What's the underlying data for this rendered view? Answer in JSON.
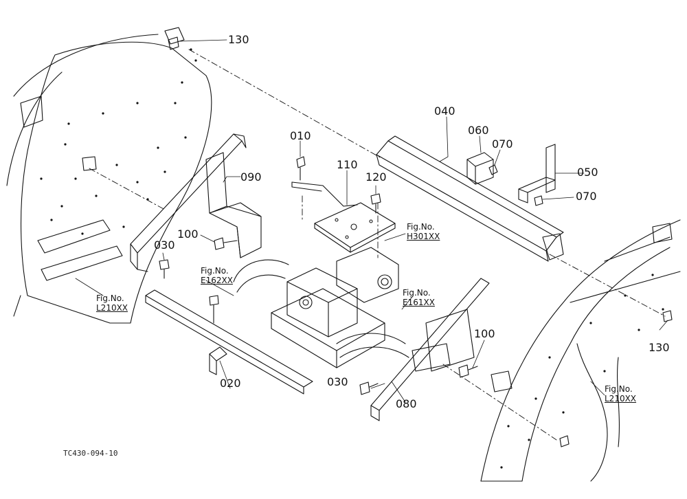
{
  "diagram": {
    "drawing_ref": "TC430-094-10",
    "callouts": {
      "p130_top": "130",
      "p130_right": "130",
      "p010": "010",
      "p040": "040",
      "p060": "060",
      "p070_a": "070",
      "p070_b": "070",
      "p050": "050",
      "p110": "110",
      "p120": "120",
      "p090": "090",
      "p100_left": "100",
      "p100_right": "100",
      "p030_left": "030",
      "p030_bottom": "030",
      "p020": "020",
      "p080": "080"
    },
    "fig_refs": {
      "h301": {
        "label": "Fig.No.",
        "code": "H301XX"
      },
      "e162": {
        "label": "Fig.No.",
        "code": "E162XX"
      },
      "e161": {
        "label": "Fig.No.",
        "code": "E161XX"
      },
      "l210_left": {
        "label": "Fig.No.",
        "code": "L210XX"
      },
      "l210_right": {
        "label": "Fig.No.",
        "code": "L210XX"
      }
    }
  }
}
